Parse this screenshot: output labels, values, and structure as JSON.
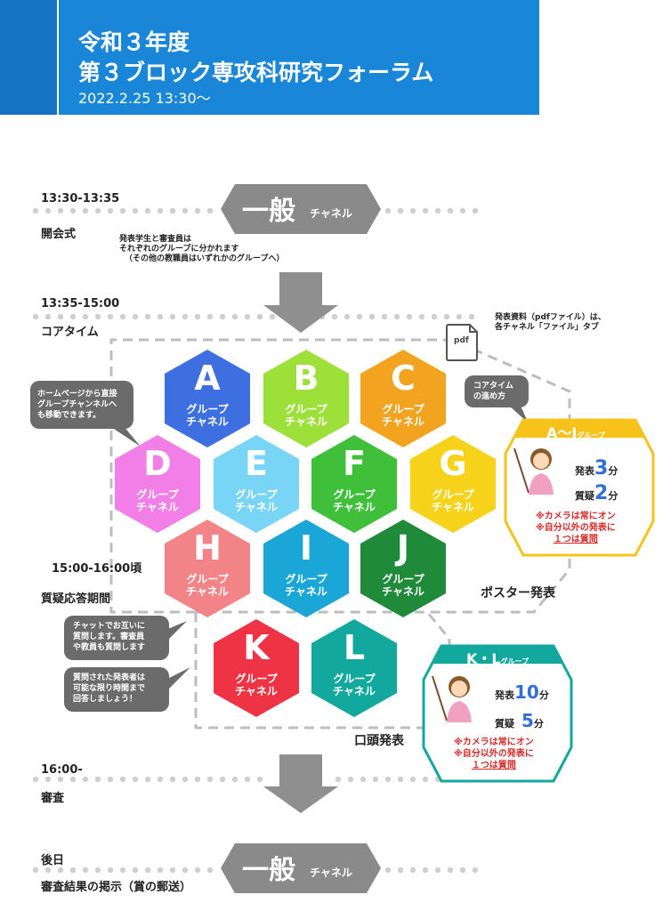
{
  "header": {
    "line1": "令和３年度",
    "line2": "第３ブロック専攻科研究フォーラム",
    "line3": "2022.2.25 13:30～"
  },
  "timeline": {
    "s1_time": "13:30-13:35",
    "s1_label": "開会式",
    "s2_time": "13:35-15:00",
    "s2_label": "コアタイム",
    "s3_time": "15:00-16:00頃",
    "s3_label": "質疑応答期間",
    "s4_time": "16:00-",
    "s4_label": "審査",
    "s5_time": "後日",
    "s5_label": "審査結果の掲示（賞の郵送）"
  },
  "general_channel": {
    "big": "一般",
    "small": "チャネル"
  },
  "notes": {
    "grouping": [
      "発表学生と審査員は",
      "それぞれのグループに分かれます",
      "（その他の教職員はいずれかのグループへ）"
    ],
    "files": [
      "発表資料（pdfファイル）は、",
      "各チャネル「ファイル」タブ"
    ],
    "pdf_icon": "pdf"
  },
  "bubbles": {
    "homepage": [
      "ホームページから直接",
      "グループチャンネルへ",
      "も移動できます。"
    ],
    "progress": [
      "コアタイム",
      "の進め方"
    ],
    "chat": [
      "チャットでお互いに",
      "質問します。審査員",
      "や教員も質問します"
    ],
    "answer": [
      "質問された発表者は",
      "可能な限り時間まで",
      "回答しましょう！"
    ]
  },
  "group_sub": [
    "グループ",
    "チャネル"
  ],
  "groups": [
    {
      "letter": "A",
      "color": "#3d6fe0"
    },
    {
      "letter": "B",
      "color": "#9ee03a"
    },
    {
      "letter": "C",
      "color": "#f2a320"
    },
    {
      "letter": "D",
      "color": "#f27fe8"
    },
    {
      "letter": "E",
      "color": "#78d5f5"
    },
    {
      "letter": "F",
      "color": "#3fbf3a"
    },
    {
      "letter": "G",
      "color": "#f7d21a"
    },
    {
      "letter": "H",
      "color": "#f28488"
    },
    {
      "letter": "I",
      "color": "#1aa6d6"
    },
    {
      "letter": "J",
      "color": "#1f8a3a"
    },
    {
      "letter": "K",
      "color": "#ee3344"
    },
    {
      "letter": "L",
      "color": "#13a89e"
    }
  ],
  "poster": {
    "section_label": "ポスター発表",
    "title": "A～J",
    "title_small": "グループ",
    "present_label": "発表",
    "present_num": "3",
    "present_unit": "分",
    "qa_label": "質疑",
    "qa_num": "2",
    "qa_unit": "分",
    "rules": [
      "※カメラは常にオン",
      "※自分以外の発表に",
      "１つは質問"
    ],
    "color": "#f7c31a"
  },
  "oral": {
    "section_label": "口頭発表",
    "title": "K・L",
    "title_small": "グループ",
    "present_label": "発表",
    "present_num": "10",
    "present_unit": "分",
    "qa_label": "質疑",
    "qa_num": "5",
    "qa_unit": "分",
    "rules": [
      "※カメラは常にオン",
      "※自分以外の発表に",
      "１つは質問"
    ],
    "color": "#13a89e"
  },
  "colors": {
    "header_bg": "#1a86d8",
    "banner_grey": "#8a8a8a",
    "number_blue": "#2f6fd6",
    "rule_red": "#d42a2a"
  }
}
